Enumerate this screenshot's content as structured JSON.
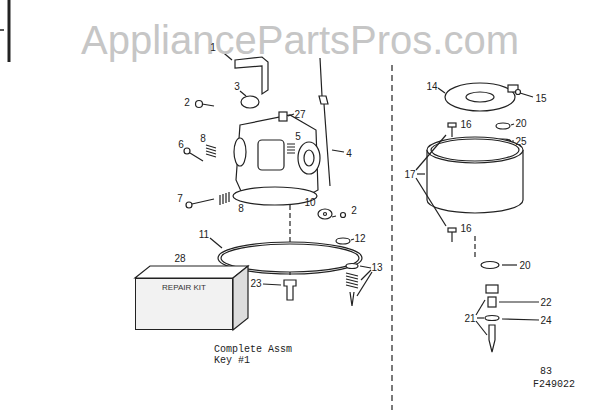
{
  "diagram": {
    "nodes": [
      {
        "text": [
          "REPAIR KIT"
        ]
      }
    ],
    "labels": [
      "AppliancePartsPros.com",
      "1",
      "2",
      "3",
      "27",
      "5",
      "4",
      "6",
      "8",
      "7",
      "8",
      "10",
      "2",
      "11",
      "12",
      "13",
      "23",
      "28",
      "14",
      "15",
      "16",
      "20",
      "25",
      "17",
      "16",
      "20",
      "22",
      "21",
      "24",
      "Complete Assm Key #1",
      "83",
      "F249022"
    ]
  }
}
